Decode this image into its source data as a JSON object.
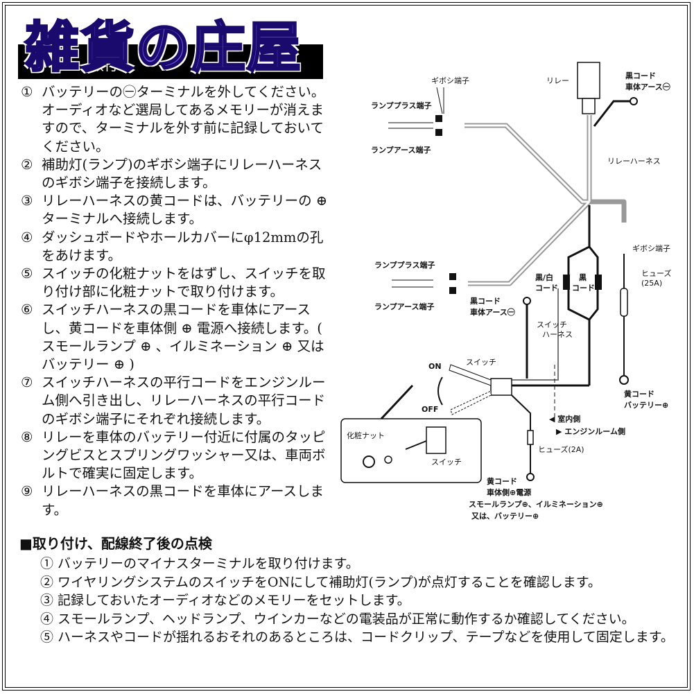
{
  "brand": {
    "logo_text": "雑貨の庄屋",
    "band_text": "取付"
  },
  "steps": [
    {
      "num": "①",
      "text": "バッテリーの㊀ターミナルを外してください。オーディオなど選局してあるメモリーが消えますので、ターミナルを外す前に記録しておいてください。"
    },
    {
      "num": "②",
      "text": "補助灯(ランプ)のギボシ端子にリレーハーネスのギボシ端子を接続します。"
    },
    {
      "num": "③",
      "text": "リレーハーネスの黄コードは、バッテリーの ⊕ ターミナルへ接続します。"
    },
    {
      "num": "④",
      "text": "ダッシュボードやホールカバーにφ12mmの孔をあけます。"
    },
    {
      "num": "⑤",
      "text": "スイッチの化粧ナットをはずし、スイッチを取り付け部に化粧ナットで取り付けます。"
    },
    {
      "num": "⑥",
      "text": "スイッチハーネスの黒コードを車体にアースし、黄コードを車体側 ⊕ 電源へ接続します。( スモールランプ ⊕ 、イルミネーション ⊕ 又はバッテリー ⊕ )"
    },
    {
      "num": "⑦",
      "text": "スイッチハーネスの平行コードをエンジンルーム側へ引き出し、リレーハーネスの平行コードのギボシ端子にそれぞれ接続します。"
    },
    {
      "num": "⑧",
      "text": "リレーを車体のバッテリー付近に付属のタッピングビスとスプリングワッシャー又は、車両ボルトで確実に固定します。"
    },
    {
      "num": "⑨",
      "text": "リレーハーネスの黒コードを車体にアースします。"
    }
  ],
  "check": {
    "title": "■取り付け、配線終了後の点検",
    "items": [
      "① バッテリーのマイナスターミナルを取り付けます。",
      "② ワイヤリングシステムのスイッチをONにして補助灯(ランプ)が点灯することを確認します。",
      "③ 記録しておいたオーディオなどのメモリーをセットします。",
      "④ スモールランプ、ヘッドランプ、ウインカーなどの電装品が正常に動作するか確認してください。",
      "⑤ ハーネスやコードが揺れるおそれのあるところは、コードクリップ、テープなどを使用して固定します。"
    ]
  },
  "diagram": {
    "gibosi_top": "ギボシ端子",
    "relay": "リレー",
    "black_ground_top_1": "黒コード",
    "black_ground_top_2": "車体アース㊀",
    "lamp_plus_top": "ランププラス端子",
    "lamp_earth_top": "ランプアース端子",
    "relay_harness": "リレーハーネス",
    "gibosi_right": "ギボシ端子",
    "fuse_25": "ヒューズ",
    "fuse_25_val": "(25A)",
    "lamp_plus_bottom": "ランププラス端子",
    "lamp_earth_bottom": "ランプアース端子",
    "black_white_1": "黒/白",
    "black_white_2": "コード",
    "black_1": "黒",
    "black_2": "コード",
    "black_ground_mid_1": "黒コード",
    "black_ground_mid_2": "車体アース㊀",
    "switch_harness_1": "スイッチ",
    "switch_harness_2": "ハーネス",
    "switch": "スイッチ",
    "on": "ON",
    "off": "OFF",
    "yellow_battery_1": "黄コード",
    "yellow_battery_2": "バッテリー⊕",
    "interior": "◀ 室内側",
    "engine_room": "▶ エンジンルーム側",
    "inset_nut": "化粧ナット",
    "inset_switch": "スイッチ",
    "fuse_2": "ヒューズ(2A)",
    "yellow_power_1": "黄コード",
    "yellow_power_2": "車体側⊕電源",
    "power_opt_1": "スモールランプ⊕、イルミネーション⊕",
    "power_opt_2": "又は、バッテリー⊕"
  }
}
